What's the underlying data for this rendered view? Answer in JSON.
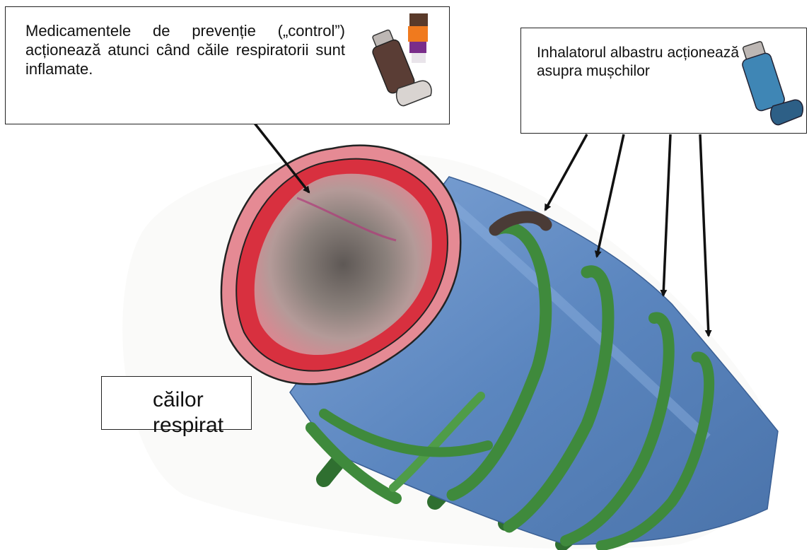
{
  "callouts": {
    "preventer": {
      "text": "Medicamentele de prevenție („control”) acționează atunci când căile respiratorii sunt inflamate.",
      "icon": "brown-preventer-inhaler-icon"
    },
    "reliever": {
      "text": "Inhalatorul albastru acționează asupra mușchilor",
      "icon": "blue-reliever-inhaler-icon"
    }
  },
  "airway_label": {
    "text": "căilor respirat"
  },
  "colors": {
    "airway_blue": "#5b86bf",
    "muscle_green": "#3f8a3c",
    "inflamed_red": "#e0394b",
    "lumen_gray": "#6f6a66",
    "preventer_brown": "#5a3d35",
    "reliever_blue": "#3f86b5",
    "dose_brown": "#5a3a2a",
    "dose_orange": "#f07a1e",
    "dose_purple": "#7a2d8a"
  }
}
